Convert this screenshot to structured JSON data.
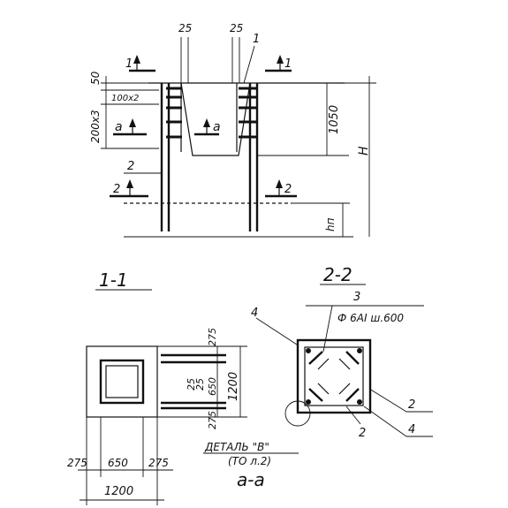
{
  "elevation": {
    "dim_25_left": "25",
    "dim_25_right": "25",
    "callout_1": "1",
    "section_1_left": "1",
    "section_1_right": "1",
    "dim_50": "50",
    "dim_100x2": "100x2",
    "dim_200x3": "200x3",
    "section_a_left": "a",
    "section_a_center": "a",
    "dim_1050": "1050",
    "dim_H": "H",
    "callout_2": "2",
    "section_2_left": "2",
    "section_2_right": "2",
    "dim_hn": "hп"
  },
  "section_titles": {
    "s11": "1-1",
    "s22": "2-2",
    "saa": "a-a"
  },
  "plan_aa": {
    "dim_275_top": "275",
    "dim_25_a": "25",
    "dim_25_b": "25",
    "dim_650_v": "650",
    "dim_1200_v": "1200",
    "dim_275_bottom": "275",
    "dim_275_left": "275",
    "dim_650_h": "650",
    "dim_275_right": "275",
    "dim_1200_h": "1200",
    "detail_label": "ДЕТАЛЬ \"В\"",
    "detail_ref": "(ТО л.2)"
  },
  "section_22": {
    "callout_3": "3",
    "rebar_spec": "Ф 6АI ш.600",
    "callout_4_top": "4",
    "callout_2_right": "2",
    "callout_2_bottom": "2",
    "callout_4_bottom": "4"
  }
}
